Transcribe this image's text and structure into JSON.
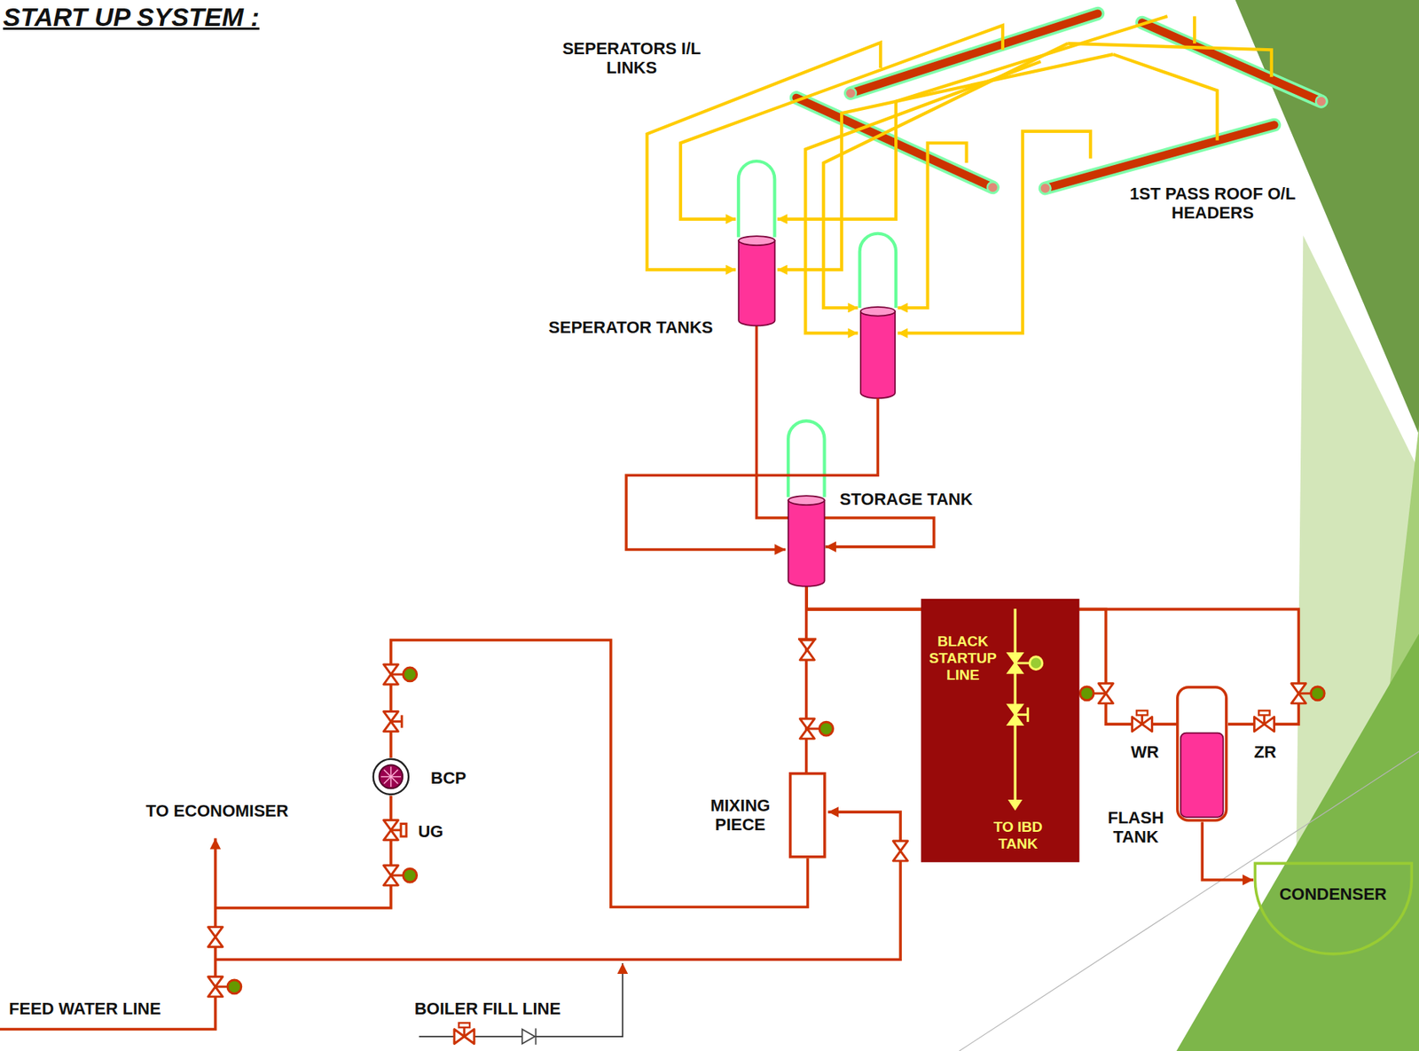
{
  "diagram": {
    "title": "START UP SYSTEM :",
    "nodes": [
      {
        "text": [
          "SEPERATOR TANKS"
        ]
      },
      {
        "text": [
          "STORAGE TANK"
        ]
      },
      {
        "text": [
          "BCP"
        ]
      },
      {
        "text": [
          "MIXING PIECE"
        ]
      },
      {
        "text": [
          "BLACK STARTUP LINE",
          "TO IBD TANK"
        ]
      },
      {
        "text": [
          "FLASH TANK"
        ]
      },
      {
        "text": [
          "CONDENSER"
        ]
      }
    ],
    "edges": [
      {
        "from": 0,
        "to": 1,
        "arrow": "to"
      },
      {
        "from": 1,
        "to": 3,
        "arrow": "none"
      },
      {
        "from": 1,
        "to": 4,
        "arrow": "none"
      },
      {
        "from": 1,
        "to": 5,
        "arrow": "none"
      },
      {
        "from": 1,
        "to": 5,
        "arrow": "none"
      },
      {
        "from": 5,
        "to": 6,
        "arrow": "to"
      },
      {
        "from": 3,
        "to": 2,
        "arrow": "none"
      }
    ],
    "labels": [
      "SEPERATORS I/L LINKS",
      "1ST PASS ROOF O/L HEADERS",
      "WR",
      "ZR",
      "UG",
      "TO ECONOMISER",
      "FEED WATER LINE",
      "BOILER FILL LINE"
    ]
  }
}
